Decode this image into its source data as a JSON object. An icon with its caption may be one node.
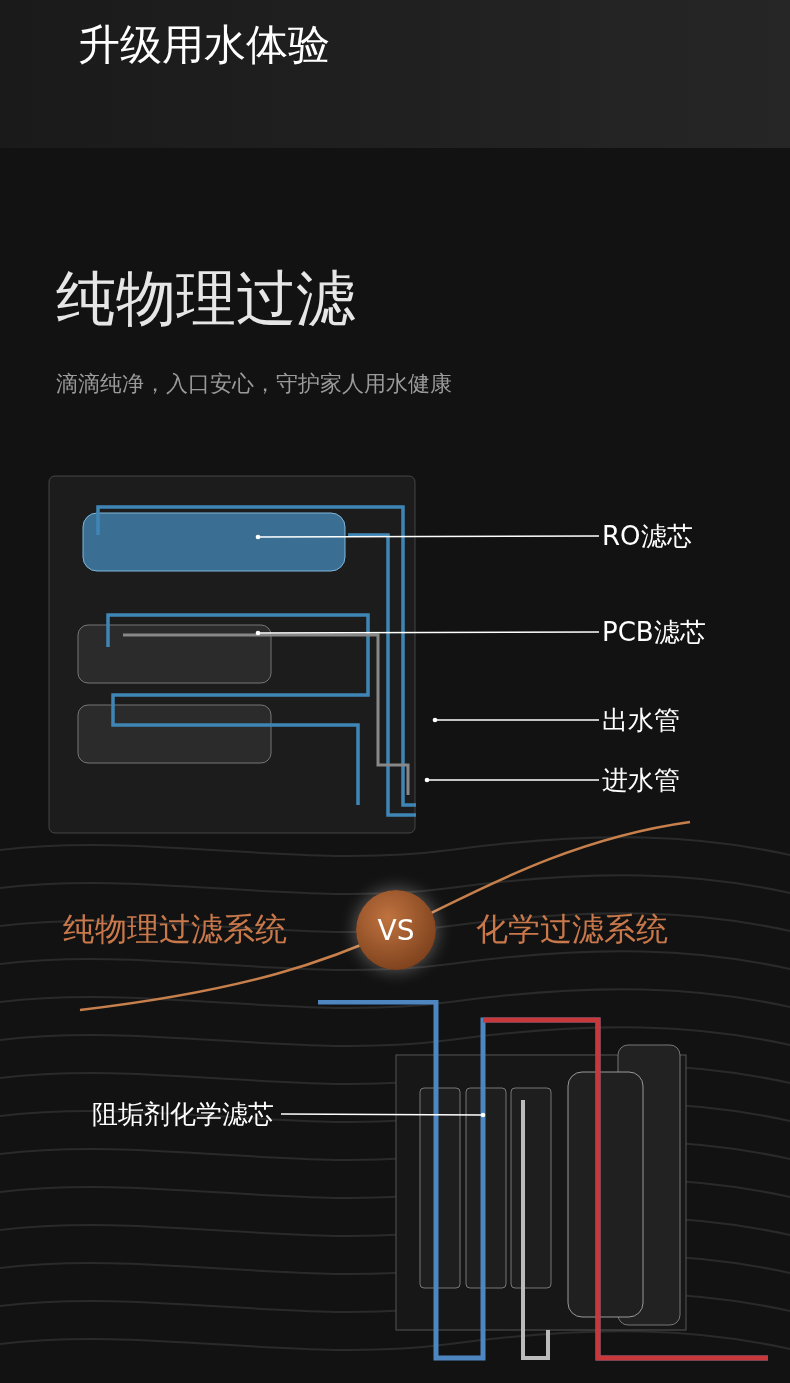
{
  "diagram": {
    "nodes": [
      {
        "text": [
          "RO滤芯"
        ]
      },
      {
        "text": [
          "PCB滤芯"
        ]
      },
      {
        "text": [
          "出水管"
        ]
      },
      {
        "text": [
          "进水管"
        ]
      },
      {
        "text": [
          "VS"
        ]
      },
      {
        "text": [
          "阻垢剂化学滤芯"
        ]
      },
      {
        "text": [],
        "shape": "picture"
      },
      {
        "text": [],
        "shape": "picture"
      }
    ],
    "edges": [
      {
        "from": 0,
        "to": 6,
        "arrow": "other"
      },
      {
        "from": 1,
        "to": 6,
        "arrow": "other"
      },
      {
        "from": 2,
        "to": 6,
        "arrow": "other"
      },
      {
        "from": 3,
        "to": 6,
        "arrow": "other"
      },
      {
        "from": 5,
        "to": 7,
        "arrow": "other"
      }
    ],
    "labels": [
      "升级用水体验",
      "纯物理过滤",
      "滴滴纯净，入口安心，守护家人用水健康",
      "纯物理过滤系统",
      "化学过滤系统"
    ]
  }
}
